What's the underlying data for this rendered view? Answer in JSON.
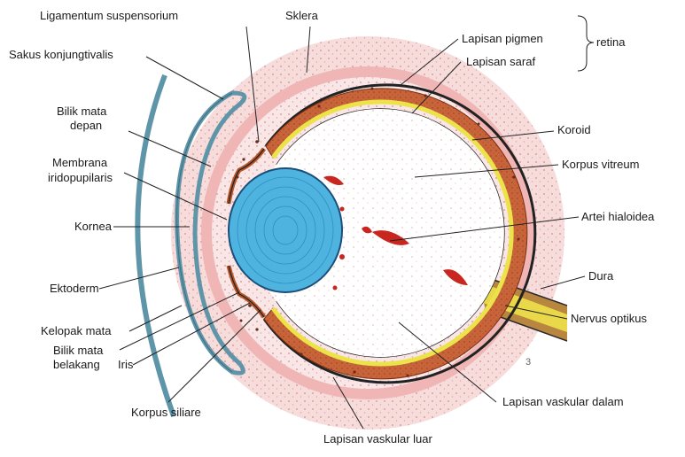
{
  "labels": {
    "ligamentum": "Ligamentum suspensorium",
    "sklera": "Sklera",
    "sakus": "Sakus konjungtivalis",
    "lapisan_pigmen": "Lapisan pigmen",
    "lapisan_saraf": "Lapisan saraf",
    "retina": "retina",
    "bilik_depan_1": "Bilik mata",
    "bilik_depan_2": "depan",
    "koroid": "Koroid",
    "membrana_1": "Membrana",
    "membrana_2": "iridopupilaris",
    "korpus_vitreum": "Korpus vitreum",
    "kornea": "Kornea",
    "artei": "Artei hialoidea",
    "ektoderm": "Ektoderm",
    "dura": "Dura",
    "kelopak": "Kelopak mata",
    "nervus": "Nervus optikus",
    "bilik_belakang_1": "Bilik mata",
    "bilik_belakang_2": "belakang",
    "iris": "Iris",
    "korpus_siliare": "Korpus siliare",
    "vaskular_dalam": "Lapisan vaskular dalam",
    "vaskular_luar": "Lapisan vaskular luar",
    "corner_mark": "3"
  },
  "colors": {
    "outer_tissue": "#f6d6d6",
    "sclera_band": "#efb2b2",
    "retina_neural": "#c8643a",
    "pigment_line": "#2a2a2a",
    "yellow_layer": "#f0e84a",
    "vitreous": "#ffffff",
    "lens": "#4fb3e0",
    "vessel": "#c8261e",
    "eyelid": "#5f95a8",
    "nerve": "#b07a3a"
  }
}
